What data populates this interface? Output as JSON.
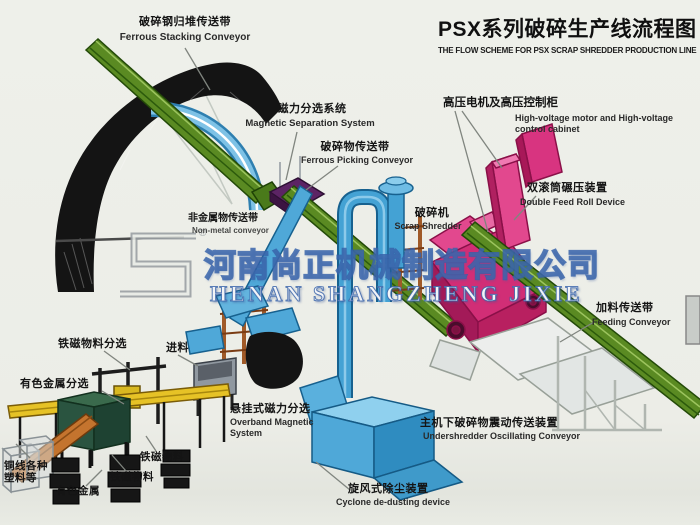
{
  "title": {
    "cn": "PSX系列破碎生产线流程图",
    "en": "THE FLOW SCHEME FOR PSX SCRAP SHREDDER PRODUCTION LINE"
  },
  "watermark": {
    "cn": "河南尚正机械制造有限公司",
    "en": "HENAN SHANGZHENG JIXIE",
    "reg_mark": "®"
  },
  "labels": {
    "ferrous_stacking": {
      "cn": "破碎钢归堆传送带",
      "en": "Ferrous Stacking Conveyor"
    },
    "magnetic_separation": {
      "cn": "磁力分选系统",
      "en": "Magnetic Separation System"
    },
    "ferrous_picking": {
      "cn": "破碎物传送带",
      "en": "Ferrous Picking Conveyor"
    },
    "hv_motor": {
      "cn": "高压电机及高压控制柜",
      "en_line1": "High-voltage motor and High-voltage",
      "en_line2": "control cabinet"
    },
    "double_feed_roll": {
      "cn": "双滚筒碾压装置",
      "en": "Double Feed Roll Device"
    },
    "scrap_shredder": {
      "cn": "破碎机",
      "en": "Scrap Shredder"
    },
    "nonmetal_conveyor": {
      "cn": "非金属物传送带",
      "en": "Non-metal conveyor"
    },
    "feeding_conveyor": {
      "cn": "加料传送带",
      "en": "Feeding Conveyor"
    },
    "ferromagnetic_sorting": {
      "cn": "铁磁物料分选"
    },
    "feed_in": {
      "cn": "进料"
    },
    "nonferrous_sorting": {
      "cn": "有色金属分选"
    },
    "overband_magnet": {
      "cn": "悬挂式磁力分选",
      "en_line1": "Overband Magnetic",
      "en_line2": "System"
    },
    "undershredder": {
      "cn": "主机下破碎物震动传送装置",
      "en": "Undershredder Oscillating Conveyor"
    },
    "cyclone": {
      "cn": "旋风式除尘装置",
      "en": "Cyclone de-dusting device"
    },
    "copper_wire": {
      "cn_line1": "铜线各种",
      "cn_line2": "塑料等"
    },
    "nonferrous_metal": {
      "cn": "有色金属"
    },
    "ferromagnetic_material_1": {
      "cn": "铁磁物料"
    },
    "ferromagnetic_material_2": {
      "cn": "铁磁物料"
    }
  },
  "colors": {
    "background": "#ecede7",
    "conveyor_green": "#5a8a22",
    "structure_blue": "#4fa8d8",
    "shredder_magenta": "#d12e76",
    "watermark_blue": "#3a64a8",
    "scrap_black": "#141414",
    "conveyor_yellow": "#e6c226",
    "frame_brown": "#a05a28"
  }
}
